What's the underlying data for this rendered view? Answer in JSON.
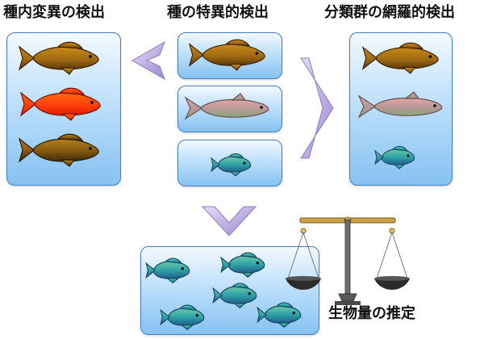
{
  "labels": {
    "intraspecific": "種内変異の検出",
    "species_specific": "種の特異的検出",
    "taxon_comprehensive": "分類群の網羅的検出",
    "biomass": "生物量の推定"
  },
  "colors": {
    "panel_border": "#4a7fc1",
    "panel_top": "#f3f9ff",
    "panel_bottom": "#86c2f1",
    "chevron": "#b8a7da",
    "carp": "#b07a16",
    "goldfish": "#ff4a10",
    "dace": "#c39494",
    "small_fish": "#2fa3a6"
  },
  "icons": [
    "carp-icon",
    "goldfish-icon",
    "crucian-carp-icon",
    "dace-icon",
    "small-fish-icon",
    "balance-scale-icon",
    "chevron-left-icon",
    "chevron-right-icon",
    "chevron-down-icon"
  ]
}
